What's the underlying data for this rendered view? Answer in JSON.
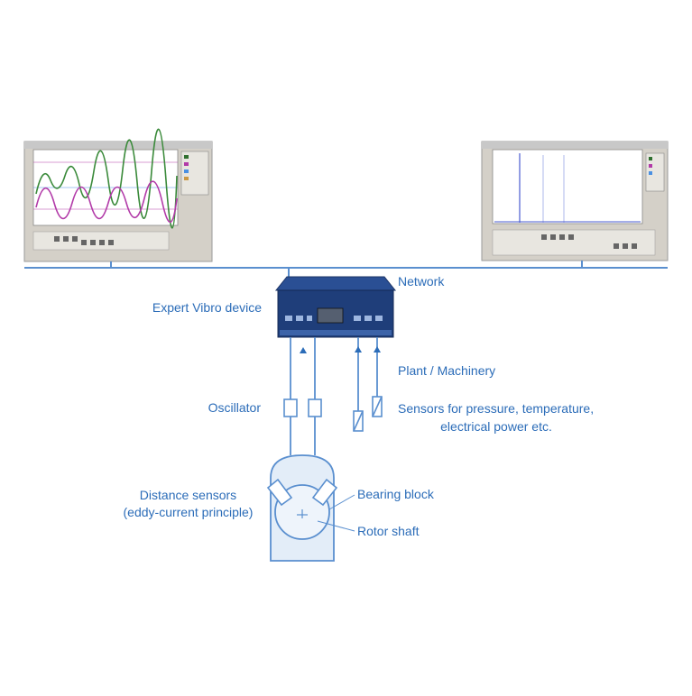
{
  "labels": {
    "network": "Network",
    "device": "Expert Vibro device",
    "plant": "Plant / Machinery",
    "oscillator": "Oscillator",
    "sensors_line1": "Sensors for pressure, temperature,",
    "sensors_line2": "electrical power etc.",
    "distance_line1": "Distance sensors",
    "distance_line2": "(eddy-current principle)",
    "bearing": "Bearing block",
    "rotor": "Rotor shaft"
  },
  "colors": {
    "diagram_blue": "#2b6cb8",
    "line_blue": "#5a8fcf",
    "device_dark": "#1f3e7a",
    "screen_gray": "#d4d0c8",
    "trace_green": "#3a8a3a",
    "trace_magenta": "#b23aa8"
  },
  "icons": {
    "left_monitor": "time-waveform-screenshot-icon",
    "right_monitor": "spectrum-screenshot-icon",
    "device": "expert-vibro-device-icon",
    "machine": "bearing-block-rotor-icon"
  }
}
